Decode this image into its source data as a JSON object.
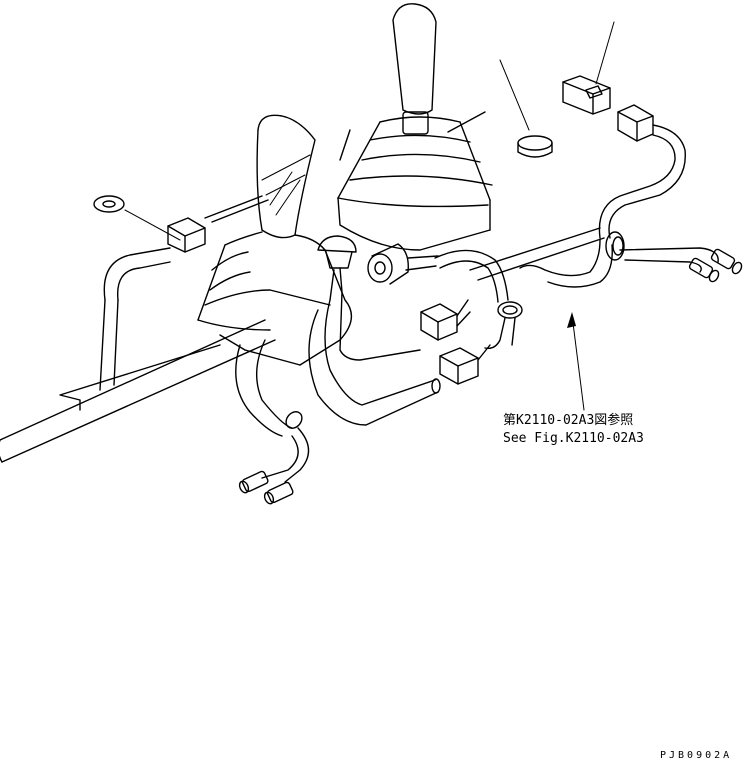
{
  "callout": {
    "line_jp": "第K2110-02A3図参照",
    "line_en": "See Fig.K2110-02A3"
  },
  "drawing_code": "PJB0902A"
}
